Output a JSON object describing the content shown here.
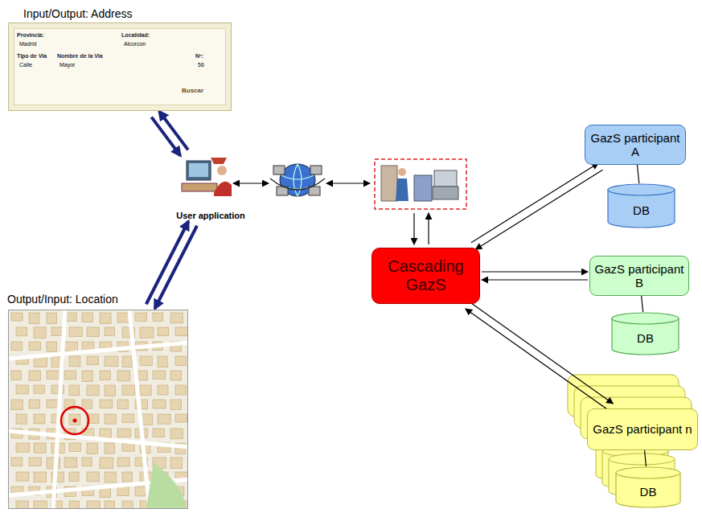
{
  "diagram": {
    "nodes": [
      {
        "text": [
          "Input/Output: Address"
        ]
      },
      {
        "text": [
          "Output/Input: Location"
        ]
      },
      {
        "text": [
          "User application"
        ]
      },
      {
        "text": [
          "Cascading GazS"
        ]
      },
      {
        "text": [
          "GazS participant A"
        ]
      },
      {
        "text": [
          "DB"
        ]
      },
      {
        "text": [
          "GazS participant B"
        ]
      },
      {
        "text": [
          "DB"
        ]
      },
      {
        "text": [
          "GazS participant n"
        ]
      },
      {
        "text": [
          "DB"
        ]
      }
    ],
    "edges": [
      {
        "from": 0,
        "to": 2,
        "arrow": "to"
      },
      {
        "from": 2,
        "to": 0,
        "arrow": "to"
      },
      {
        "from": 1,
        "to": 2,
        "arrow": "to"
      },
      {
        "from": 2,
        "to": 1,
        "arrow": "to"
      },
      {
        "from": 3,
        "to": 4,
        "arrow": "to"
      },
      {
        "from": 4,
        "to": 3,
        "arrow": "to"
      },
      {
        "from": 4,
        "to": 5,
        "arrow": "none"
      },
      {
        "from": 6,
        "to": 3,
        "arrow": "to"
      },
      {
        "from": 3,
        "to": 6,
        "arrow": "to"
      },
      {
        "from": 6,
        "to": 7,
        "arrow": "none"
      },
      {
        "from": 3,
        "to": 8,
        "arrow": "to"
      },
      {
        "from": 8,
        "to": 3,
        "arrow": "to"
      },
      {
        "from": 8,
        "to": 9,
        "arrow": "none"
      }
    ],
    "labels": [
      "Provincia:",
      "Madrid",
      "Localidad:",
      "Alcorcon",
      "Tipo de Via",
      "Calle",
      "Nombre de la Via",
      "Mayor",
      "Nº:",
      "56",
      "Buscar"
    ]
  }
}
